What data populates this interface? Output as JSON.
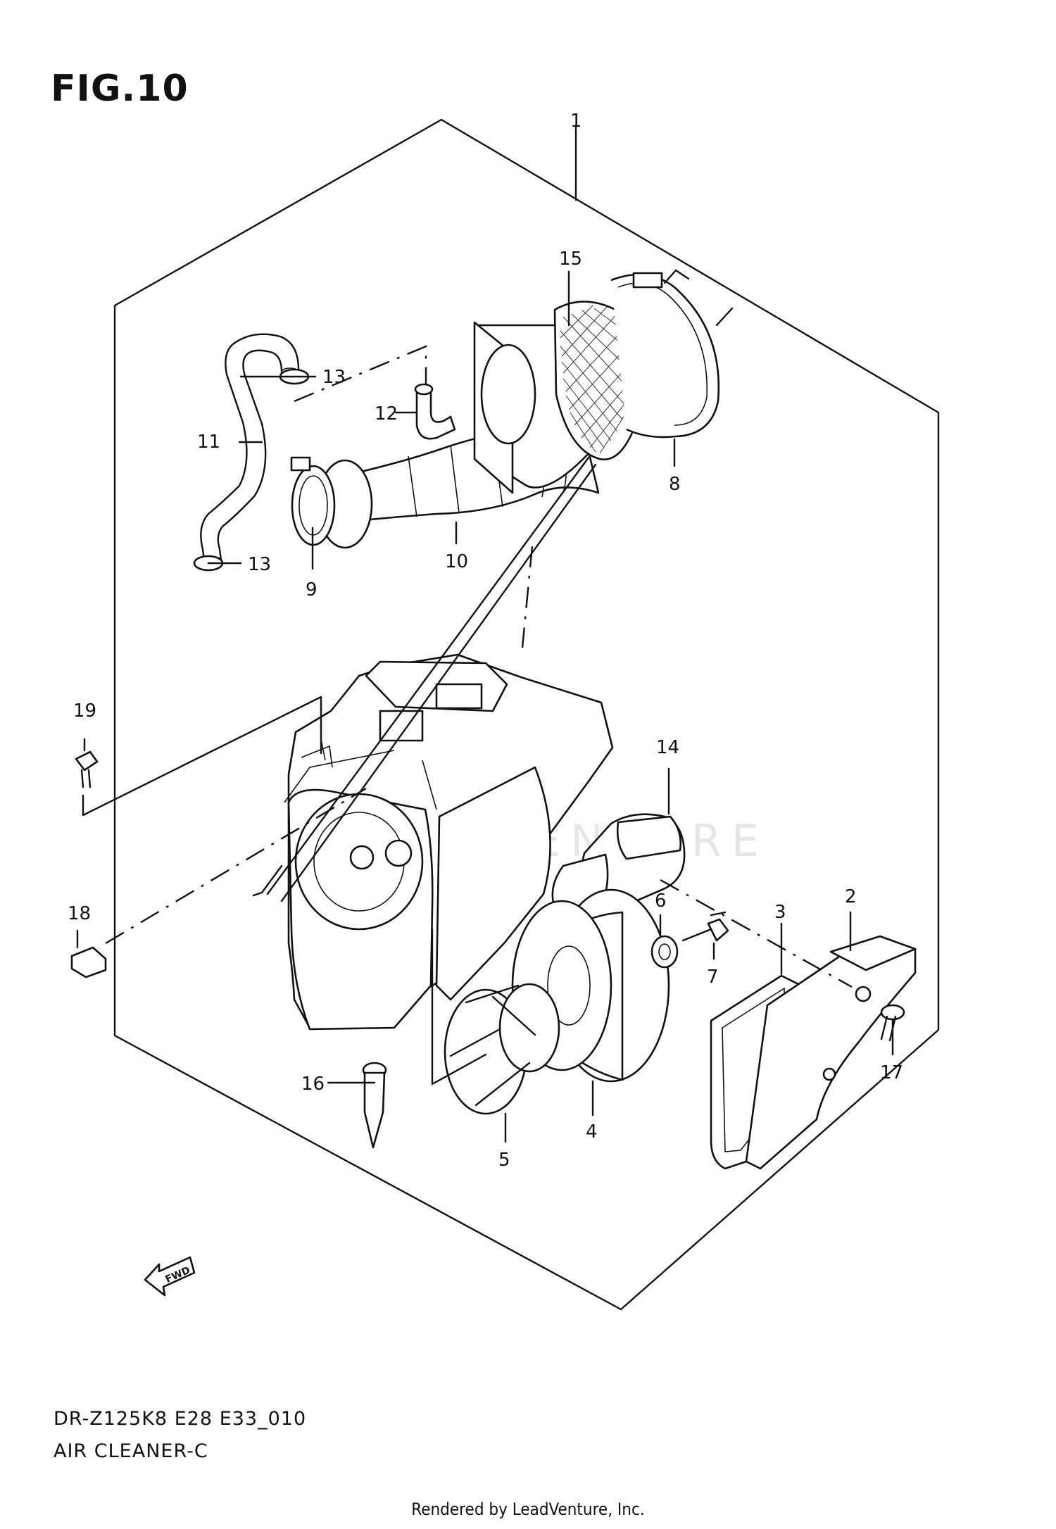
{
  "figure": {
    "title": "FIG.10"
  },
  "callouts": {
    "c1": "1",
    "c2": "2",
    "c3": "3",
    "c4": "4",
    "c5": "5",
    "c6": "6",
    "c7": "7",
    "c8": "8",
    "c9": "9",
    "c10": "10",
    "c11": "11",
    "c12": "12",
    "c13a": "13",
    "c13b": "13",
    "c14": "14",
    "c15": "15",
    "c16": "16",
    "c17": "17",
    "c18": "18",
    "c19": "19"
  },
  "fwd_label": "FWD",
  "caption": {
    "model": "DR-Z125K8 E28 E33_010",
    "name": "AIR CLEANER-C"
  },
  "watermark": "DVENTURE",
  "credit": "Rendered by LeadVenture, Inc."
}
